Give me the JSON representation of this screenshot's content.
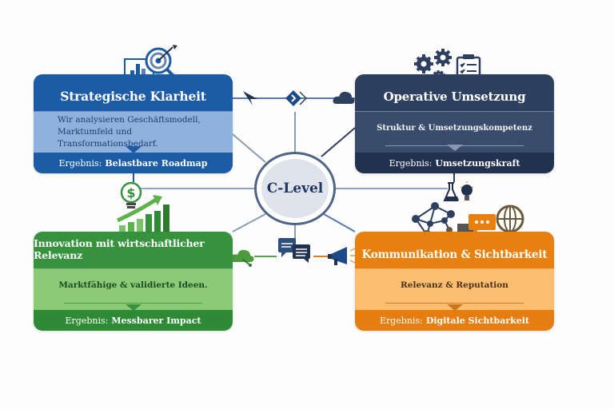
{
  "center": {
    "label": "C-Level"
  },
  "cards": {
    "strategic": {
      "title": "Strategische Klarheit",
      "description_line1": "Wir analysieren Geschäftsmodell,",
      "description_line2": "Marktumfeld und Transformationsbedarf.",
      "result_prefix": "Ergebnis:",
      "result_value": "Belastbare Roadmap",
      "color": "#1c5ba6",
      "icon": "target-chart-icon"
    },
    "operative": {
      "title": "Operative Umsetzung",
      "description": "Struktur & Umsetzungskompetenz",
      "result_prefix": "Ergebnis:",
      "result_value": "Umsetzungskraft",
      "color": "#2e4060",
      "icon": "gears-clipboard-icon"
    },
    "innovation": {
      "title": "Innovation mit wirtschaftlicher Relevanz",
      "description": "Marktfähige & validierte Ideen.",
      "result_prefix": "Ergebnis:",
      "result_value": "Messbarer Impact",
      "color": "#36923c",
      "icon": "lightbulb-growth-icon"
    },
    "communication": {
      "title": "Kommunikation & Sichtbarkeit",
      "description": "Relevanz & Reputation",
      "result_prefix": "Ergebnis:",
      "result_value": "Digitale Sichtbarkeit",
      "color": "#e7800f",
      "icon": "network-chat-globe-icon"
    }
  },
  "connector_icons": [
    "paper-plane-icon",
    "forward-diamond-icon",
    "cloud-icon",
    "flask-lightbulb-icon",
    "cloud-network-icon",
    "chat-bubbles-icon",
    "megaphone-icon"
  ]
}
